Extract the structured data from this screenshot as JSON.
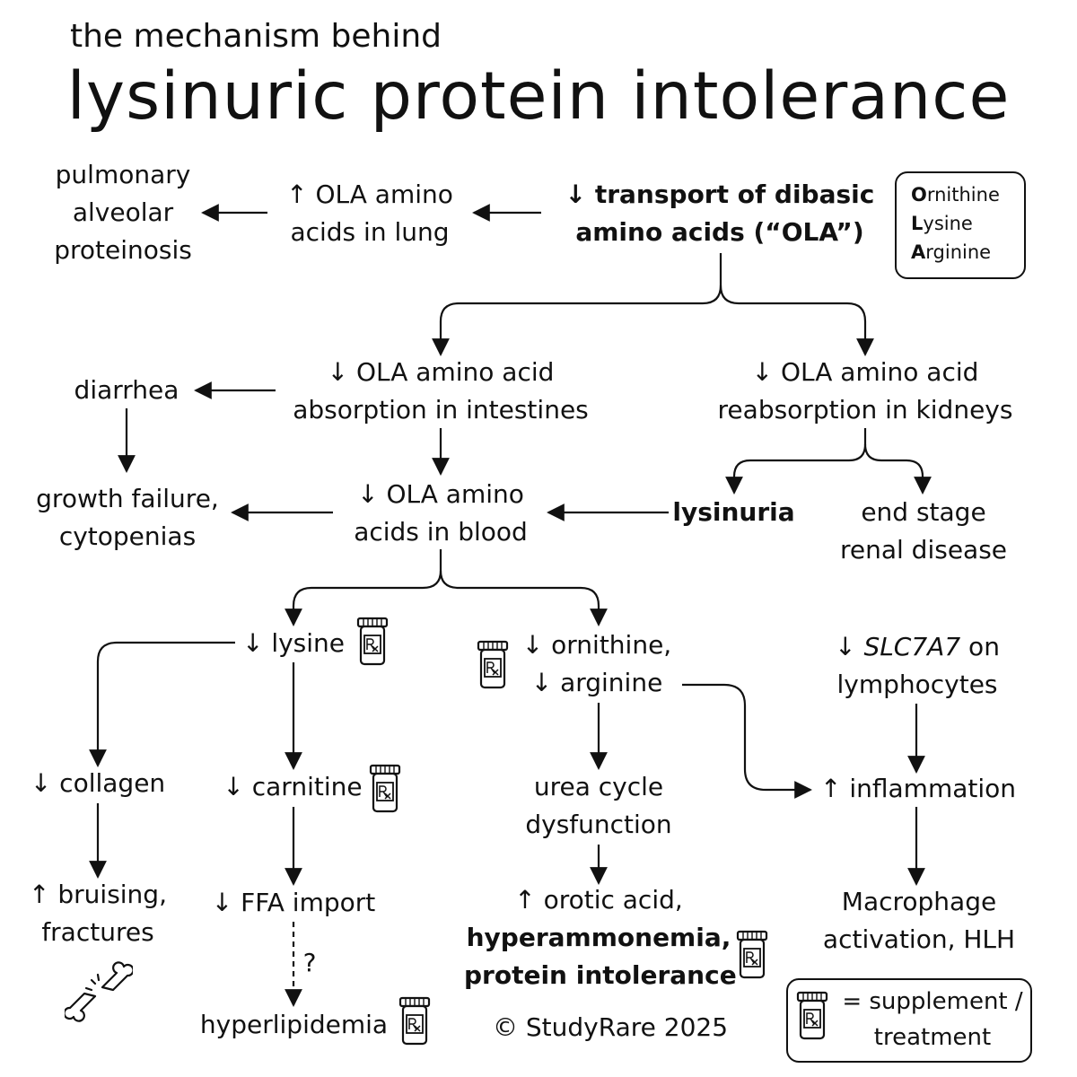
{
  "header": {
    "subtitle": "the mechanism behind",
    "title": "lysinuric protein intolerance"
  },
  "nodes": {
    "pap": [
      "pulmonary",
      "alveolar",
      "proteinosis"
    ],
    "lung": [
      "↑ OLA amino",
      "acids in lung"
    ],
    "transport": [
      "↓ transport of dibasic",
      "amino acids (“OLA”)"
    ],
    "intestine": [
      "↓ OLA amino acid",
      "absorption in intestines"
    ],
    "kidney": [
      "↓ OLA amino acid",
      "reabsorption in kidneys"
    ],
    "diarrhea": [
      "diarrhea"
    ],
    "growth": [
      "growth failure,",
      "cytopenias"
    ],
    "blood": [
      "↓ OLA amino",
      "acids in blood"
    ],
    "lysinuria": [
      "lysinuria"
    ],
    "esrd": [
      "end stage",
      "renal disease"
    ],
    "lysine": [
      "↓ lysine"
    ],
    "orn": [
      "↓ ornithine,",
      "↓ arginine"
    ],
    "slc_pre": "↓ ",
    "slc_gene": "SLC7A7",
    "slc_post": " on",
    "slc_line2": "lymphocytes",
    "collagen": [
      "↓ collagen"
    ],
    "carnitine": [
      "↓ carnitine"
    ],
    "urea": [
      "urea cycle",
      "dysfunction"
    ],
    "inflam": [
      "↑ inflammation"
    ],
    "bruising": [
      "↑ bruising,",
      "fractures"
    ],
    "ffa": [
      "↓ FFA import"
    ],
    "orotic": [
      "↑ orotic acid,"
    ],
    "hyperammon": [
      "hyperammonemia,",
      "protein intolerance"
    ],
    "macro": [
      "Macrophage",
      "activation, HLH"
    ],
    "hyperlip": [
      "hyperlipidemia"
    ],
    "question": [
      "?"
    ]
  },
  "ola_legend": {
    "items": [
      {
        "initial": "O",
        "rest": "rnithine"
      },
      {
        "initial": "L",
        "rest": "ysine"
      },
      {
        "initial": "A",
        "rest": "rginine"
      }
    ]
  },
  "legend": {
    "label_line1": "= supplement /",
    "label_line2": "treatment",
    "icon": "prescription-bottle-icon"
  },
  "copyright": "© StudyRare 2025",
  "icons": [
    "prescription-bottle-icon",
    "broken-bone-icon"
  ]
}
